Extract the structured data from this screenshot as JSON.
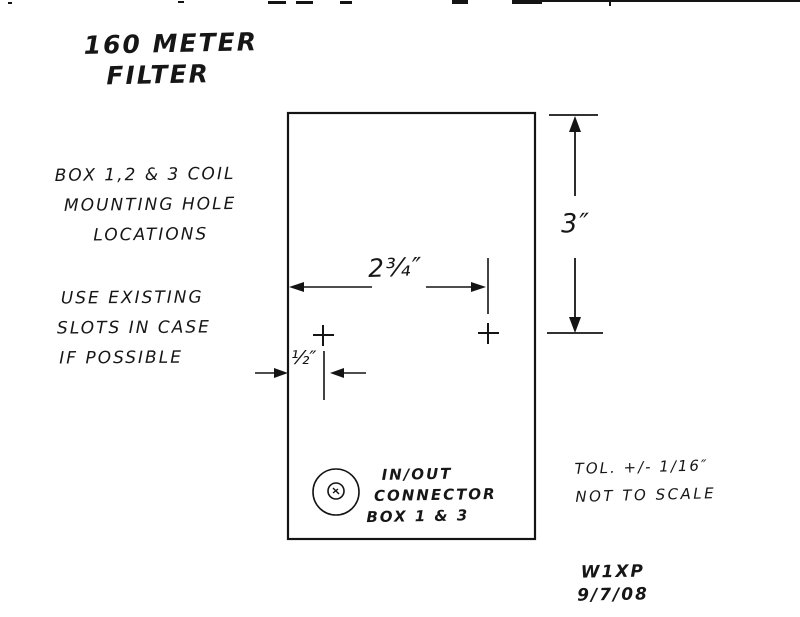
{
  "page": {
    "background_color": "#ffffff",
    "ink_color": "#141414",
    "description": "Hand-drawn mechanical sketch of 160 meter filter box hole locations"
  },
  "title": {
    "line1": "160 METER",
    "line2": "FILTER"
  },
  "notes": {
    "coil_note": {
      "line1": "BOX 1,2 & 3 COIL",
      "line2": "MOUNTING HOLE",
      "line3": "LOCATIONS"
    },
    "slots_note": {
      "line1": "USE EXISTING",
      "line2": "SLOTS IN CASE",
      "line3": "IF POSSIBLE"
    },
    "tolerance_note": {
      "line1": "TOL. +/- 1/16″",
      "line2": "NOT TO SCALE"
    }
  },
  "dimensions": {
    "hole_span_width": "2¾″",
    "top_to_holes_height": "3″",
    "edge_to_hole": "½″"
  },
  "connector_label": {
    "line1": "IN/OUT",
    "line2": "CONNECTOR",
    "line3": "BOX 1 & 3"
  },
  "signature": {
    "callsign": "W1XP",
    "date": "9/7/08"
  }
}
